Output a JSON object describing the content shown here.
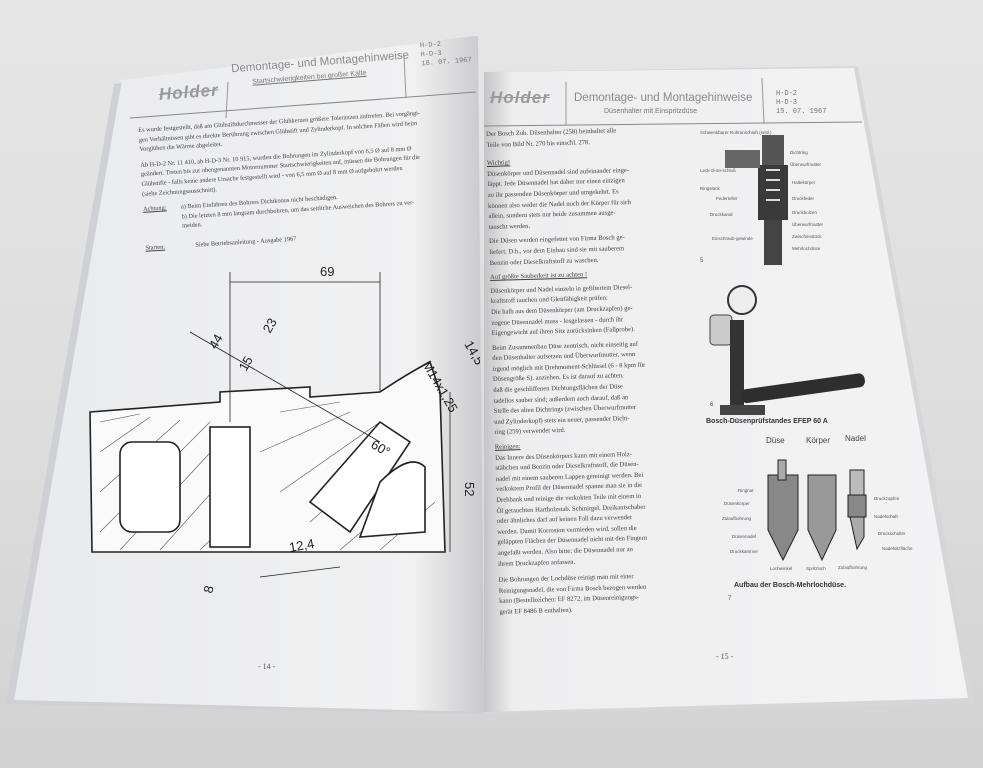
{
  "left_page": {
    "logo": "Holder",
    "header_title": "Demontage- und Montagehinweise",
    "header_subtitle": "Startschwierigkeiten bei großer Kälte",
    "header_codes": [
      "H-D-2",
      "H-D-3",
      "18. 07. 1967"
    ],
    "paragraph1": [
      "Es wurde festgestellt, daß am Glühstiftdurchmesser der Glühkerzen größere Toleranzen auftreten. Bei vorgängi-",
      "gen Verhältnissen gibt es direkte Berührung zwischen Glühstift und Zylinderkopf. In solchen Fällen wird beim",
      "Vorglühen die Wärme abgeleitet."
    ],
    "paragraph2": [
      "Ab H-D-2 Nr. 11 410, ab H-D-3 Nr. 10 915, wurden die Bohrungen im Zylinderkopf von 6,5 Ø auf 8 mm Ø",
      "geändert. Treten bis zur obengenannten Motornummer Startschwierigkeiten auf, müssen die Bohrungen für die",
      "Glühstifte - falls keine andere Ursache festgestellt wird - von 6,5 mm Ø auf 8 mm Ø aufgebohrt werden",
      "(siehe Zeichnungsausschnitt)."
    ],
    "attention_label": "Achtung:",
    "attention_items": [
      "a)   Beim Einfahren des Bohrers Dichtkonus nicht beschädigen.",
      "b)   Die letzten 8 mm langsam durchbohren, um das seitliche Ausweichen des Bohrers zu ver-",
      "      meiden."
    ],
    "start_label": "Starten:",
    "start_text": "Siehe Betriebsanleitung - Ausgabe 1967",
    "drawing_dimensions": [
      "69",
      "44",
      "23",
      "15",
      "14,5",
      "M14x1,25",
      "60°",
      "52",
      "12,4",
      "8"
    ],
    "page_number": "- 14 -"
  },
  "right_page": {
    "logo": "Holder",
    "header_title": "Demontage- und Montagehinweise",
    "header_subtitle": "Düsenhalter mit Einspritzdüse",
    "header_codes": [
      "H-D-2",
      "H-D-3",
      "15. 07. 1967"
    ],
    "intro": [
      "Der Bosch Zub. Düsenhalter (258) beinhaltet alle",
      "Teile von Bild Nr. 270 bis einschl. 278."
    ],
    "important_label": "Wichtig!",
    "important_text": [
      "Düsenkörper und Düsennadel sind aufeinander einge-",
      "läppt. Jede Düsennadel hat daher nur einen einzigen",
      "zu ihr passenden Düsenkörper und umgekehrt. Es",
      "können also weder die Nadel noch der Körper für sich",
      "allein, sondern stets nur beide zusammen ausge-",
      "tauscht werden."
    ],
    "delivery_text": [
      "Die Düsen werden eingefettet von Firma Bosch ge-",
      "liefert. D.h., vor dem Einbau sind sie mit sauberem",
      "Benzin oder Dieselkraftstoff zu waschen."
    ],
    "cleanliness_label": "Auf größte Sauberkeit ist zu achten !",
    "cleanliness_text": [
      "Düsenkörper und Nadel einzeln in gefiltertem Diesel-",
      "kraftstoff tauchen und Gleitfähigkeit prüfen:",
      "Die halb aus dem Düsenkörper (am Druckzapfen) ge-",
      "zogene Düsennadel muss - losgelassen - durch ihr",
      "Eigengewicht auf ihren Sitz zurücksinken (Fallprobe)."
    ],
    "assembly_text": [
      "Beim Zusammenbau Düse zentrisch, nicht einseitig auf",
      "den Düsenhalter aufsetzen und Überwurfmutter, wenn",
      "irgend möglich mit Drehmoment-Schlüssel (6 - 8 kpm für",
      "Düsengröße S), anziehen. Es ist darauf zu achten,",
      "daß die geschliffenen Dichtungsflächen der Düse",
      "tadellos sauber sind; außerdem auch darauf, daß an",
      "Stelle des alten Dichtrings (zwischen Überwurfmutter",
      "und Zylinderkopf) stets ein neuer, passender Dicht-",
      "ring (259) verwendet wird."
    ],
    "cleaning_label": "Reinigen:",
    "cleaning_text": [
      "Das Innere des Düsenkörpers kann mit einem Holz-",
      "stäbchen und Benzin oder Dieselkraftstoff, die Düsen-",
      "nadel mit einem sauberen Lappen gereinigt werden. Bei",
      "verkoktem Profil der Düsennadel spanne man sie in die",
      "Drehbank und reinige die verkokten Teile mit einem in",
      "Öl getauchten Hartholzstab. Schmirgel, Dreikantschaber",
      "oder ähnliches darf auf keinen Fall dazu verwendet",
      "werden. Damit Korrosion vermieden wird, sollen die",
      "geläppten Flächen der Düsennadel nicht mit den Fingern",
      "angefaßt werden. Also bitte: die Düsennadel nur an",
      "ihrem Druckzapfen anfassen."
    ],
    "holes_text": [
      "Die Bohrungen der Lochdüse reinigt man mit einer",
      "Reinigungsnadel, die von Firma Bosch bezogen werden",
      "kann (Bestellzeichen: EF 8272, im Düsenreinigungs-",
      "gerät EF 8486 B enthalten)."
    ],
    "fig5_number": "5",
    "fig5_labels": [
      "Schwenkbarer Rohranschluß (seitl.)",
      "Dichtring",
      "Überwurfmutter",
      "Leck-öl-an-schluß",
      "Haltekörper",
      "Ringstück",
      "Federteller",
      "Druckfeder",
      "Druckbolzen",
      "Überwurfmutter",
      "Druckkanal",
      "Zwischenstück",
      "Einschraub-gewinde",
      "Mehrlochdüse"
    ],
    "fig6_number": "6",
    "fig6_caption": "Bosch-Düsenprüfstandes EFEP 60 A",
    "fig7_headers": [
      "Düse",
      "Körper",
      "Nadel"
    ],
    "fig7_labels": [
      "Ringnut",
      "Düsenkörper",
      "Zulaufbohrung",
      "Düsennadel",
      "Druckkammer",
      "Lochwinkel",
      "Spritzloch",
      "Zulaufbohrung",
      "Druckzapfen",
      "Nadelschaft",
      "Druckschulter",
      "Nadelsitzfläche"
    ],
    "fig7_caption": "Aufbau der Bosch-Mehrlochdüse.",
    "fig7_number": "7",
    "page_number": "- 15 -"
  }
}
